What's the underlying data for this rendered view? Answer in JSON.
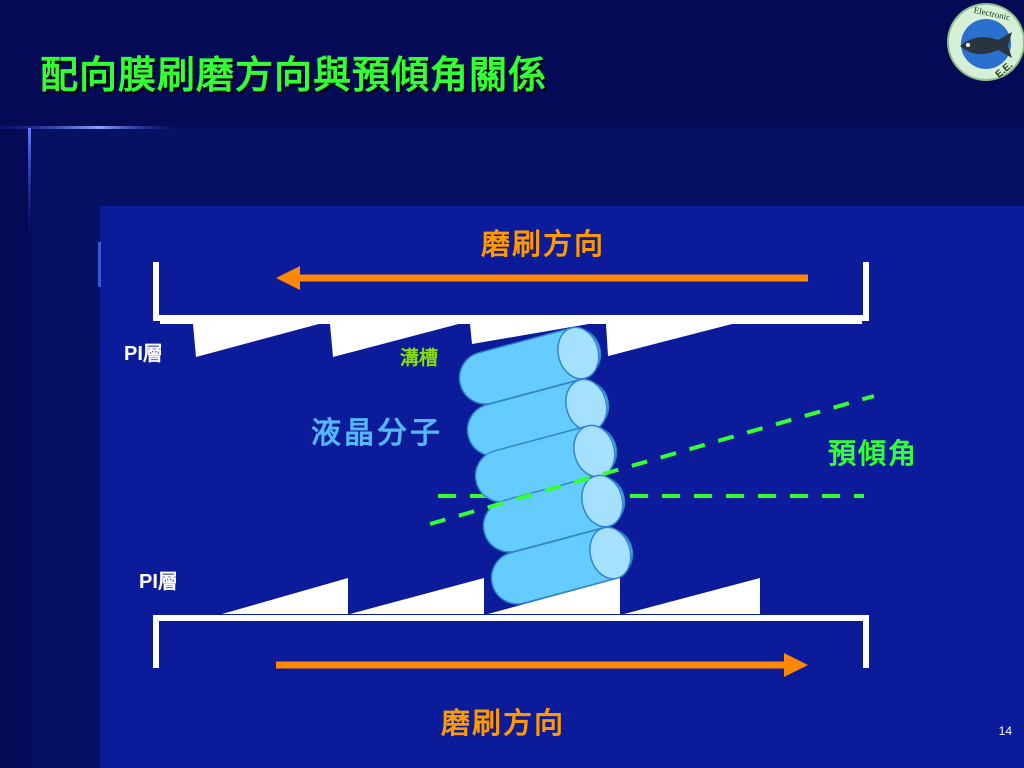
{
  "slide": {
    "title": "配向膜刷磨方向與預傾角關係",
    "page_number": "14"
  },
  "logo": {
    "text_top": "Electronic",
    "text_bottom": "E.E."
  },
  "diagram": {
    "top_direction_label": "磨刷方向",
    "bottom_direction_label": "磨刷方向",
    "top_pi_label": "PI層",
    "bottom_pi_label": "PI層",
    "groove_label": "溝槽",
    "molecule_label": "液晶分子",
    "pretilt_label": "預傾角",
    "colors": {
      "arrow": "#ff8800",
      "groove_label": "#88dd00",
      "pretilt": "#33ff33",
      "molecule_fill": "#66ccff",
      "molecule_end": "#a6e0ff"
    }
  }
}
